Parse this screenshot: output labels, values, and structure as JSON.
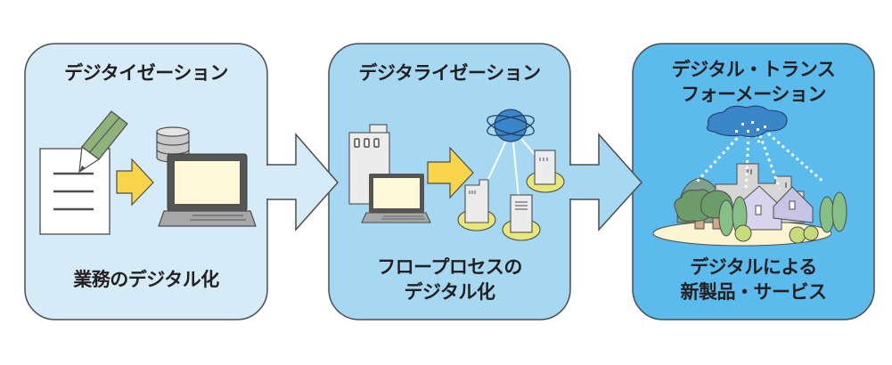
{
  "diagram": {
    "colors": {
      "stage1_fill": "#d6ebf8",
      "stage2_fill": "#a6d8f2",
      "stage3_fill": "#5bbbec",
      "border": "#4d4d4d",
      "arrow1_fill": "#d6ebf8",
      "arrow2_fill": "#a6d8f2",
      "small_arrow": "#f7d44a",
      "text": "#231f20"
    },
    "stages": [
      {
        "title": [
          "デジタイゼーション"
        ],
        "caption": [
          "業務のデジタル化"
        ],
        "icons": [
          "document-icon",
          "pencil-icon",
          "arrow-right-icon",
          "database-icon",
          "laptop-icon"
        ]
      },
      {
        "title": [
          "デジタライゼーション"
        ],
        "caption": [
          "フロープロセスの",
          "デジタル化"
        ],
        "icons": [
          "office-building-icon",
          "laptop-icon",
          "arrow-right-icon",
          "globe-network-icon",
          "branch-building-icon",
          "server-icon"
        ]
      },
      {
        "title": [
          "デジタル・トランス",
          "フォーメーション"
        ],
        "caption": [
          "デジタルによる",
          "新製品・サービス"
        ],
        "icons": [
          "cloud-icon",
          "city-icon",
          "house-icon",
          "tree-icon"
        ]
      }
    ],
    "flow": [
      "stage-1-to-stage-2",
      "stage-2-to-stage-3"
    ]
  }
}
